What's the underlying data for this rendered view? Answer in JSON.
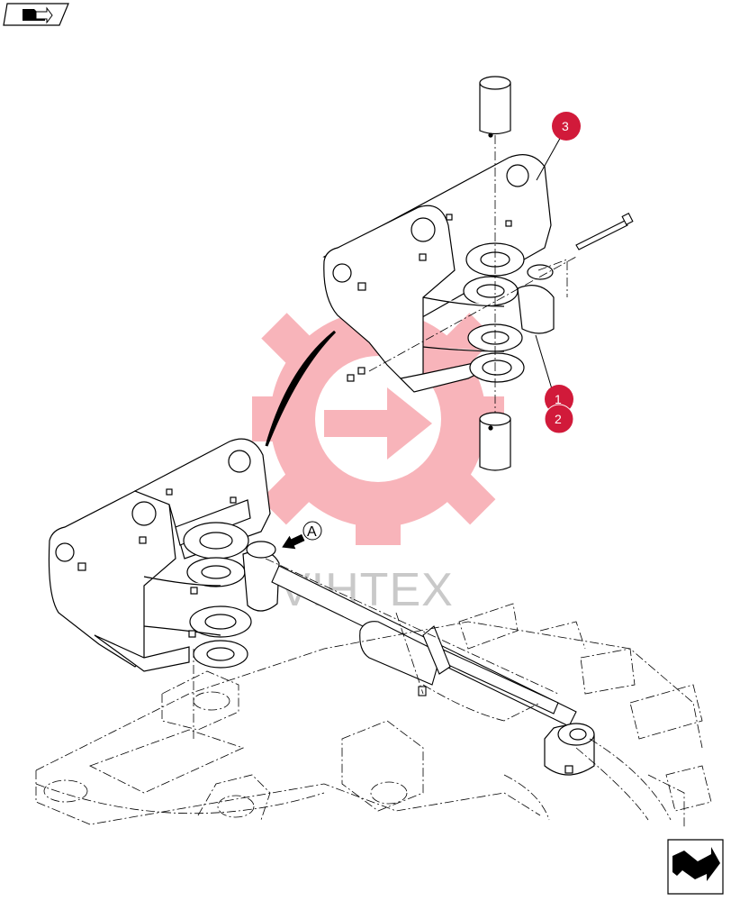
{
  "watermark": {
    "text": "VIHTEX",
    "color": "#f7a8ae"
  },
  "colors": {
    "callout": "#d11a3a",
    "line": "#000000"
  },
  "callouts": [
    {
      "id": "1",
      "label": "1"
    },
    {
      "id": "2",
      "label": "2"
    },
    {
      "id": "3",
      "label": "3"
    }
  ],
  "view_marker": {
    "label": "A"
  },
  "icons": {
    "top_left": "book-arrow-icon",
    "bottom_right": "next-page-arrow-icon"
  }
}
